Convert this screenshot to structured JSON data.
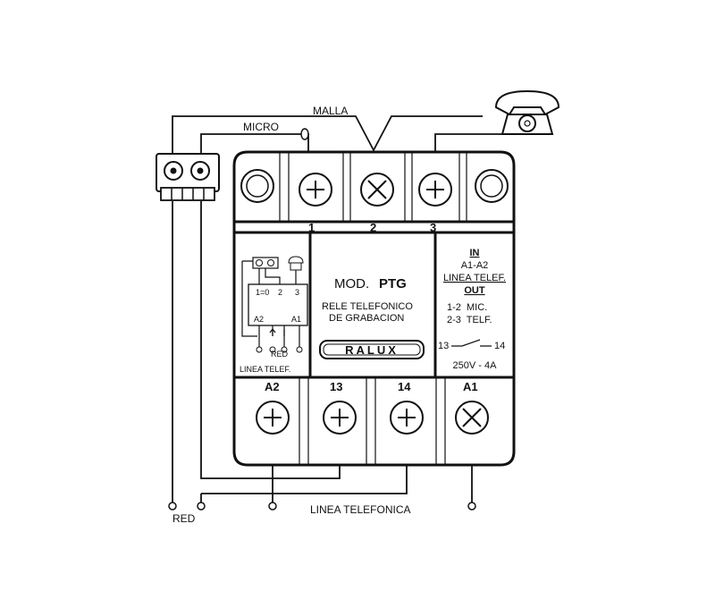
{
  "wires": {
    "malla": "MALLA",
    "micro": "MICRO",
    "red": "RED",
    "linea_telefonica": "LINEA TELEFONICA"
  },
  "top_terminals": [
    "1",
    "2",
    "3"
  ],
  "bottom_terminals": [
    "A2",
    "13",
    "14",
    "A1"
  ],
  "center_panel": {
    "model_prefix": "MOD.",
    "model_code": "PTG",
    "description_line1": "RELE TELEFONICO",
    "description_line2": "DE GRABACION",
    "brand": "RALUX"
  },
  "left_panel": {
    "top_labels": [
      "1=0",
      "2",
      "3"
    ],
    "bottom_labels": [
      "A2",
      "A1"
    ],
    "red_label": "RED",
    "footer": "LINEA TELEF."
  },
  "right_panel": {
    "in_title": "IN",
    "in_terminals": "A1-A2",
    "in_desc": "LINEA TELEF.",
    "out_title": "OUT",
    "out_line1": "1-2  MIC.",
    "out_line2": "2-3  TELF.",
    "contact_left": "13",
    "contact_right": "14",
    "rating": "250V - 4A"
  }
}
